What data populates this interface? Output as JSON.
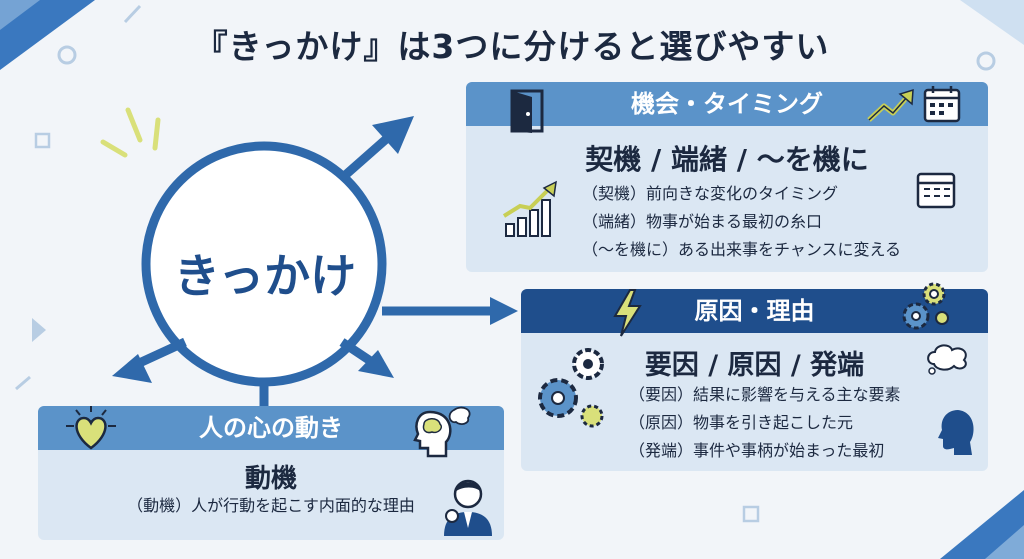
{
  "title": "『きっかけ』は3つに分けると選びやすい",
  "center": {
    "label": "きっかけ"
  },
  "cards": {
    "timing": {
      "header": "機会・タイミング",
      "main": "契機 / 端緒 / 〜を機に",
      "lines": [
        "（契機）前向きな変化のタイミング",
        "（端緒）物事が始まる最初の糸口",
        "（〜を機に）ある出来事をチャンスに変える"
      ]
    },
    "cause": {
      "header": "原因・理由",
      "main": "要因 / 原因 / 発端",
      "lines": [
        "（要因）結果に影響を与える主な要素",
        "（原因）物事を引き起こした元",
        "（発端）事件や事柄が始まった最初"
      ]
    },
    "heart": {
      "header": "人の心の動き",
      "main": "動機",
      "lines": [
        "（動機）人が行動を起こす内面的な理由"
      ]
    }
  },
  "colors": {
    "primary_dark": "#1f4e8c",
    "primary_light": "#5b93c9",
    "card_bg": "#dbe7f3",
    "ring": "#2f69ab",
    "accent_yellow": "#d9e07a",
    "background": "#f2f5f9"
  },
  "icons": [
    "door-icon",
    "trend-arrow-icon",
    "calendar-icon",
    "growth-chart-icon",
    "lightning-icon",
    "gears-icon",
    "thought-bubble-icon",
    "head-profile-icon",
    "heart-icon",
    "brain-head-icon",
    "person-thinking-icon"
  ]
}
